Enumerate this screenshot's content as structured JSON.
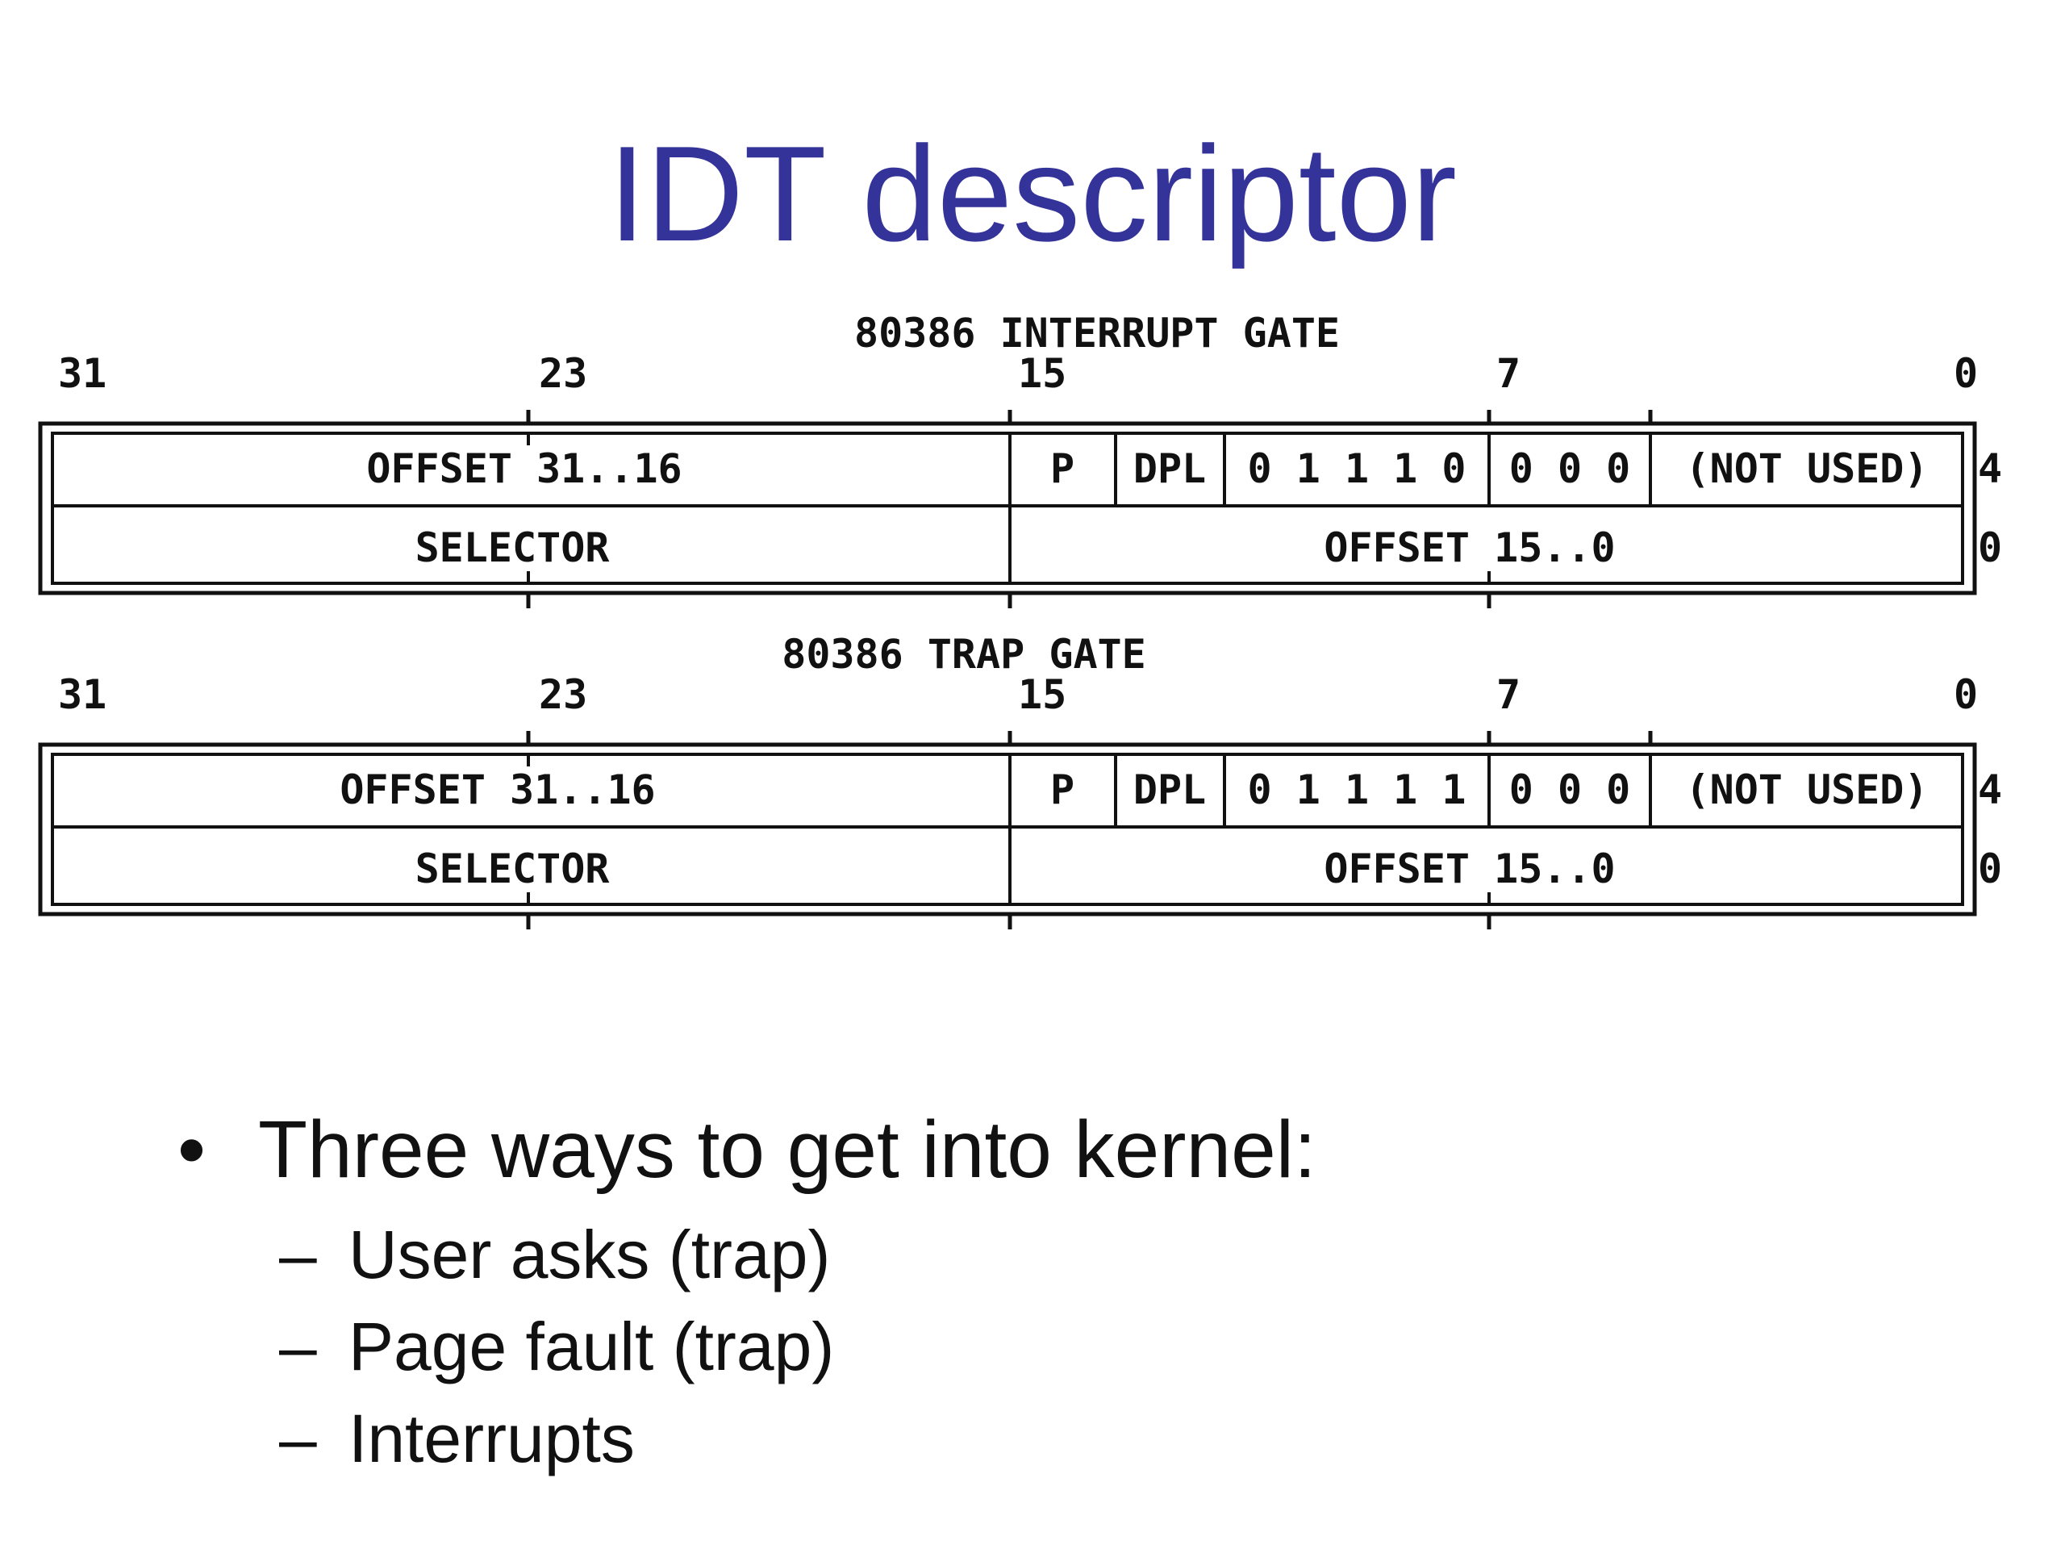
{
  "title": "IDT descriptor",
  "diagram": {
    "gates": [
      {
        "id": "interrupt",
        "title": "80386 INTERRUPT GATE",
        "bit_labels": [
          "31",
          "23",
          "15",
          "7",
          "0"
        ],
        "row_offsets": [
          "4",
          "0"
        ],
        "row1": {
          "offset_high": "OFFSET 31..16",
          "p": "P",
          "dpl": "DPL",
          "type_bits": "0 1 1 1 0",
          "zero_bits": "0 0 0",
          "not_used": "(NOT USED)"
        },
        "row2": {
          "selector": "SELECTOR",
          "offset_low": "OFFSET 15..0"
        }
      },
      {
        "id": "trap",
        "title": "80386 TRAP GATE",
        "bit_labels": [
          "31",
          "23",
          "15",
          "7",
          "0"
        ],
        "row_offsets": [
          "4",
          "0"
        ],
        "row1": {
          "offset_high": "OFFSET 31..16",
          "p": "P",
          "dpl": "DPL",
          "type_bits": "0 1 1 1 1",
          "zero_bits": "0 0 0",
          "not_used": "(NOT USED)"
        },
        "row2": {
          "selector": "SELECTOR",
          "offset_low": "OFFSET 15..0"
        }
      }
    ]
  },
  "bullets": {
    "main": "Three ways to get into kernel:",
    "main_marker": "•",
    "sub_marker": "–",
    "sub": [
      "User asks (trap)",
      "Page fault (trap)",
      "Interrupts"
    ]
  }
}
